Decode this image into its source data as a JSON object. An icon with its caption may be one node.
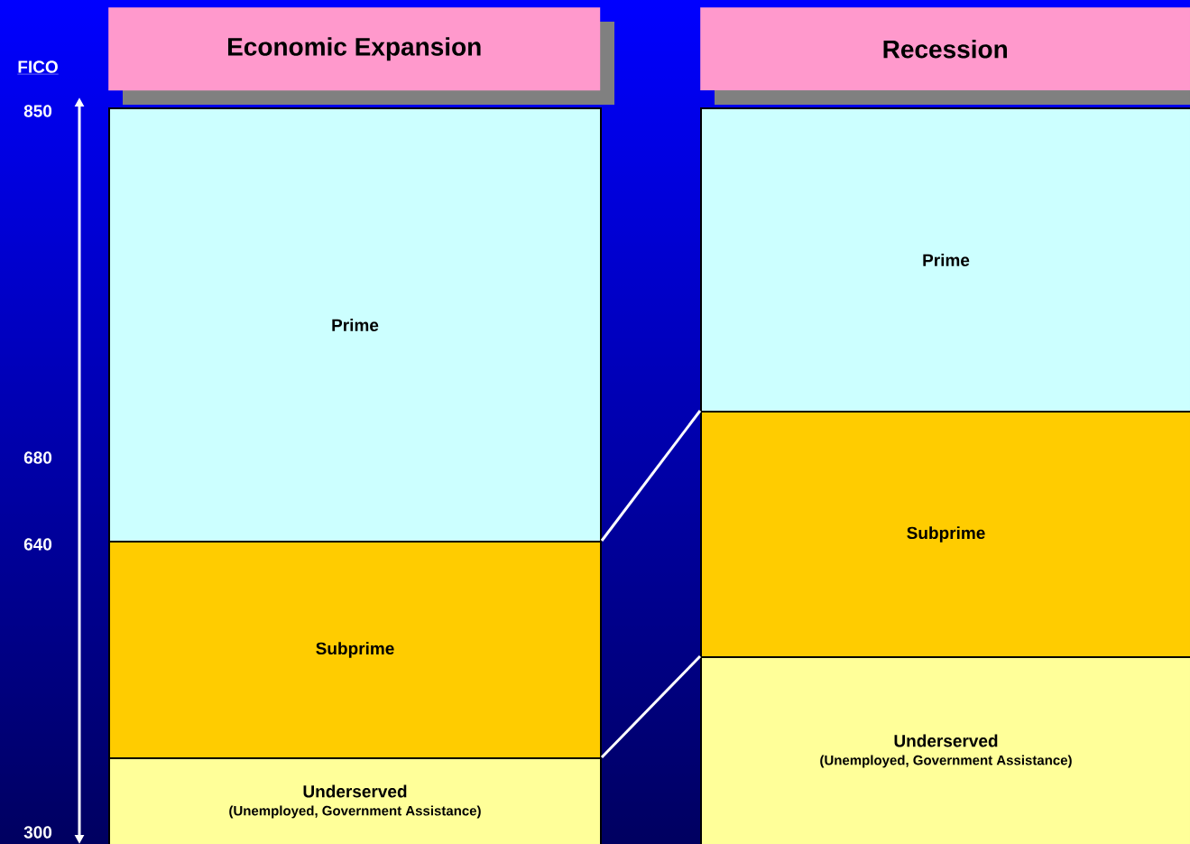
{
  "diagram": {
    "nodes": [
      {
        "text": [
          "Economic Expansion"
        ]
      },
      {
        "text": [
          "Recession"
        ]
      },
      {
        "text": [
          "Prime"
        ]
      },
      {
        "text": [
          "Subprime"
        ]
      },
      {
        "text": [
          "Underserved",
          "(Unemployed, Government Assistance)"
        ]
      },
      {
        "text": [
          "Prime"
        ]
      },
      {
        "text": [
          "Subprime"
        ]
      },
      {
        "text": [
          "Underserved",
          "(Unemployed, Government Assistance)"
        ]
      }
    ],
    "edges": [
      {
        "from": 3,
        "to": 6,
        "arrow": "none"
      },
      {
        "from": 4,
        "to": 7,
        "arrow": "none"
      }
    ],
    "labels": [
      "FICO",
      "850",
      "680",
      "640",
      "300"
    ]
  }
}
